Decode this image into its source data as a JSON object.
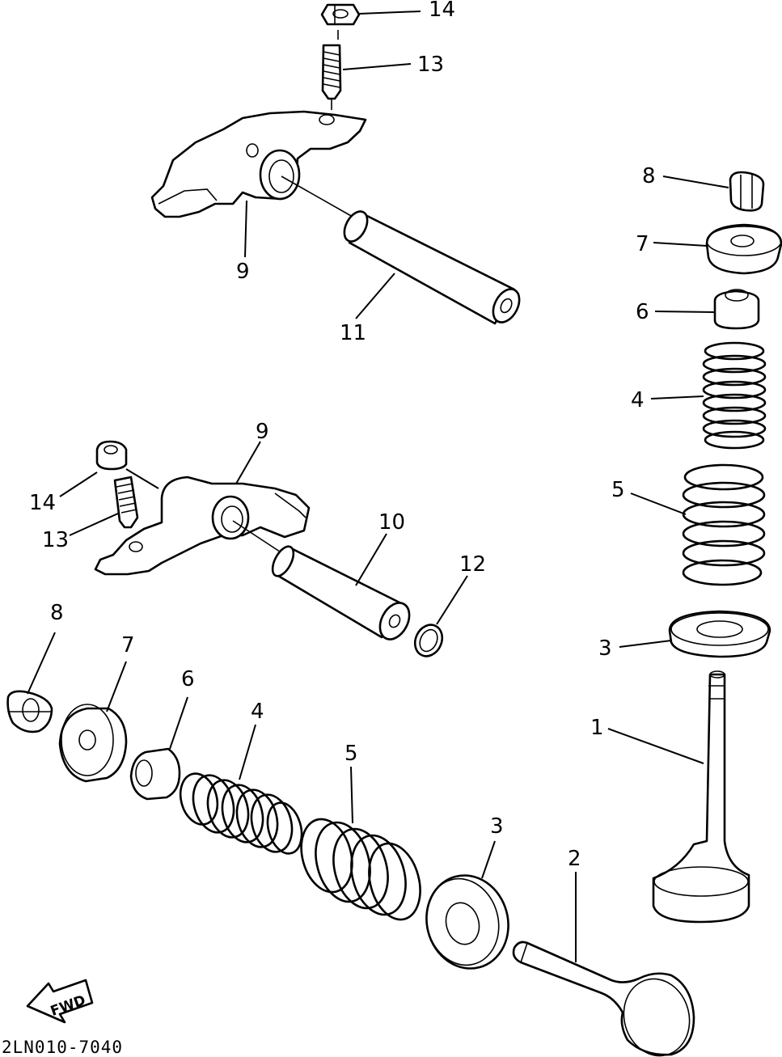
{
  "diagram": {
    "code": "2LN010-7040",
    "fwd_label": "FWD",
    "labels": {
      "top_14": "14",
      "top_13": "13",
      "top_9": "9",
      "top_11": "11",
      "right_8": "8",
      "right_7": "7",
      "right_6": "6",
      "right_4": "4",
      "right_5": "5",
      "right_3": "3",
      "right_1": "1",
      "mid_9": "9",
      "mid_14": "14",
      "mid_13": "13",
      "mid_10": "10",
      "mid_12": "12",
      "bot_8": "8",
      "bot_7": "7",
      "bot_6": "6",
      "bot_4": "4",
      "bot_5": "5",
      "bot_3": "3",
      "bot_2": "2"
    }
  }
}
